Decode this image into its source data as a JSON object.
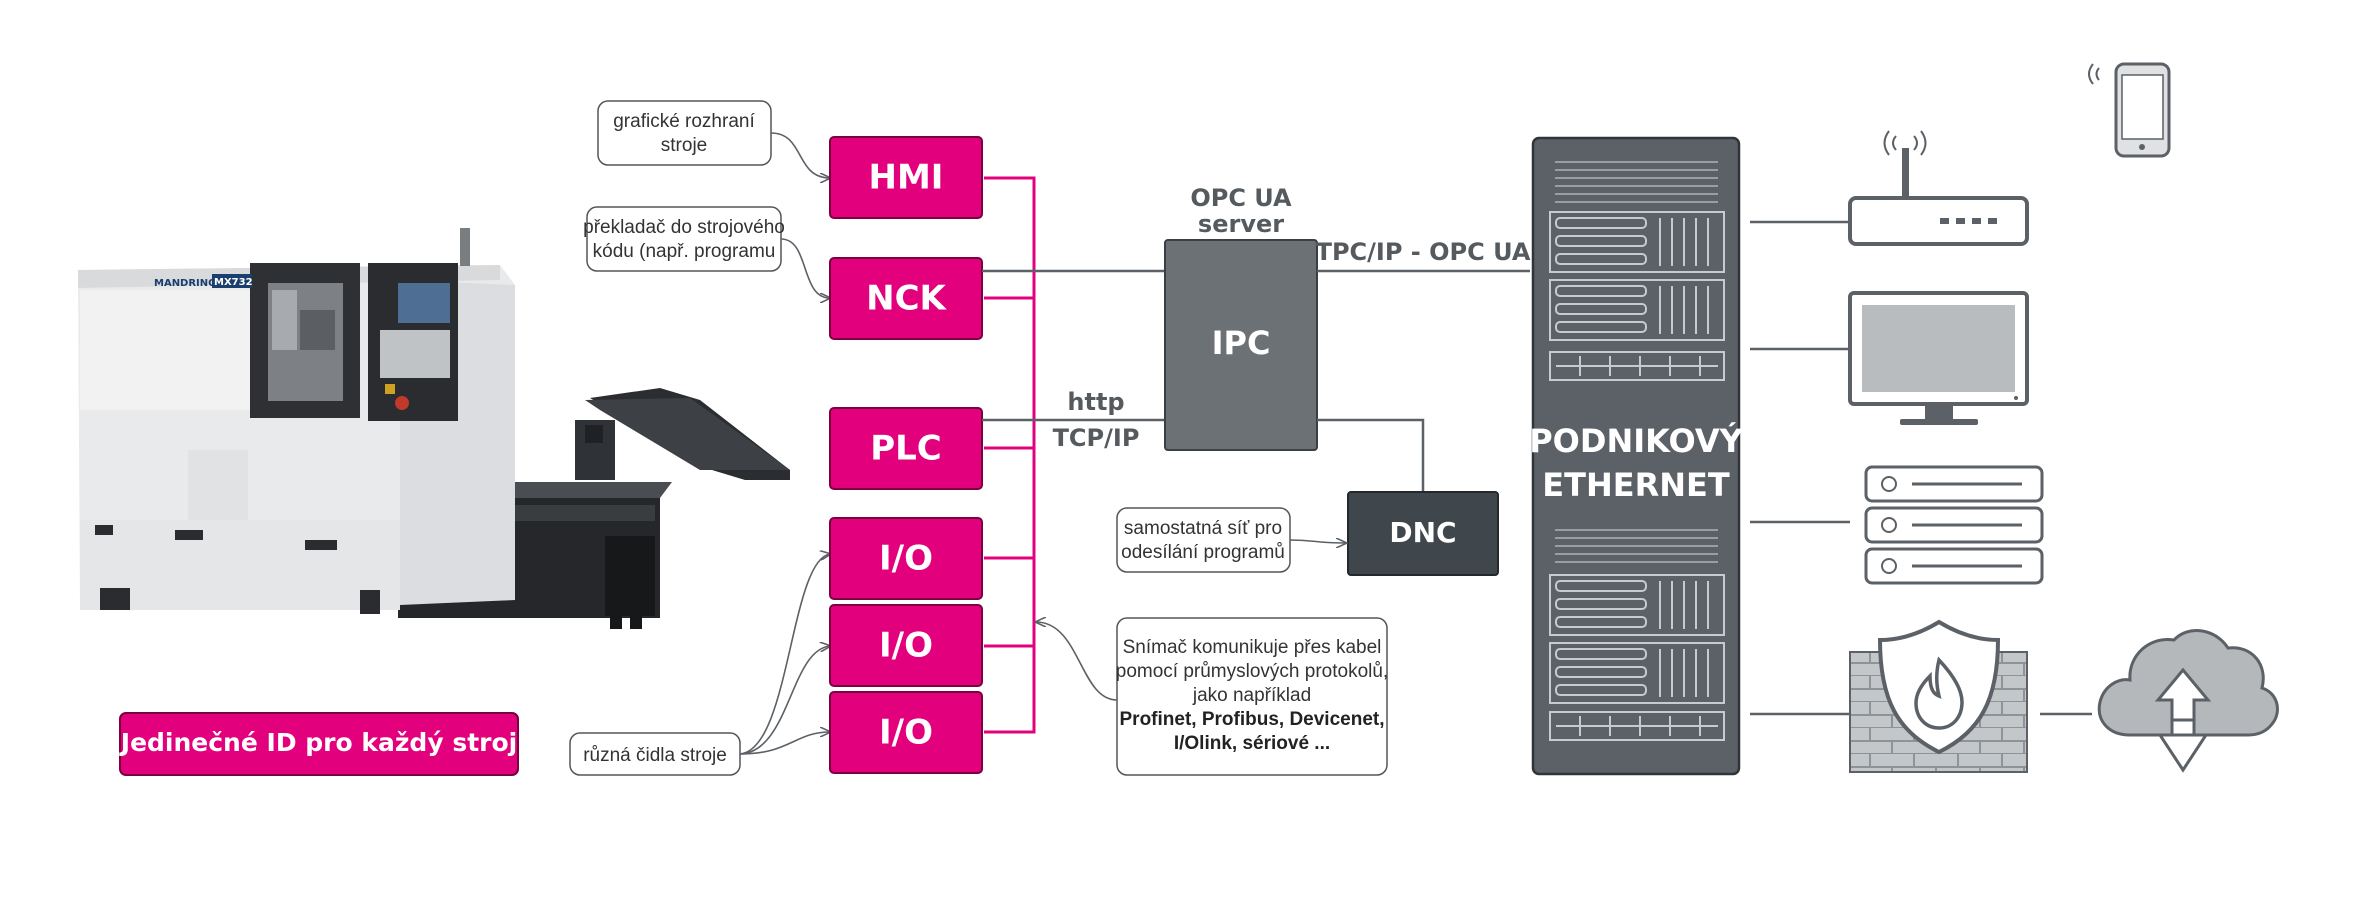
{
  "colors": {
    "magenta": "#e3007d",
    "magenta_dark": "#b0005f",
    "rack": "#5b6167",
    "ipc": "#6c7176",
    "dnc": "#3f474d",
    "line": "#5b6166",
    "icon_gray": "#b4b8bb"
  },
  "machine": {
    "brand": "MANDRINO",
    "model": "MX732",
    "id_badge": "Jedinečné ID pro každý stroj"
  },
  "controllers": {
    "hmi": "HMI",
    "nck": "NCK",
    "plc": "PLC",
    "io1": "I/O",
    "io2": "I/O",
    "io3": "I/O"
  },
  "callouts": {
    "hmi_desc": [
      "grafické rozhraní",
      "stroje"
    ],
    "nck_desc": [
      "překladač do strojového",
      "kódu (např. programu"
    ],
    "sensors": "různá čidla stroje",
    "dnc_desc": [
      "samostatná síť pro",
      "odesílání programů"
    ],
    "sensor_comm": [
      "Snímač komunikuje přes kabel",
      "pomocí průmyslových protokolů,",
      "jako například"
    ],
    "sensor_protocols": [
      "Profinet, Profibus, Devicenet,",
      "I/Olink, sériové ..."
    ]
  },
  "ipc": {
    "label": "IPC",
    "server_title": [
      "OPC UA",
      "server"
    ]
  },
  "dnc": {
    "label": "DNC"
  },
  "links": {
    "plc_ipc": [
      "http",
      "TCP/IP"
    ],
    "ipc_ethernet": "TPC/IP - OPC UA"
  },
  "ethernet": {
    "label": [
      "PODNIKOVÝ",
      "ETHERNET"
    ]
  },
  "devices": [
    "mobile-phone-icon",
    "wifi-router-icon",
    "monitor-icon",
    "server-icon",
    "firewall-icon",
    "cloud-upload-download-icon"
  ]
}
